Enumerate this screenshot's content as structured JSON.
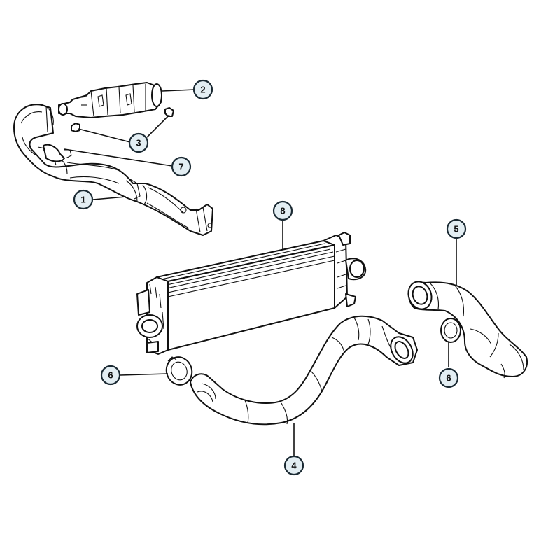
{
  "callouts": [
    {
      "id": "c1",
      "label": "1",
      "part": "turbo-inlet-duct"
    },
    {
      "id": "c2",
      "label": "2",
      "part": "charge-air-resonator"
    },
    {
      "id": "c3",
      "label": "3",
      "part": "nut"
    },
    {
      "id": "c7",
      "label": "7",
      "part": "clamp"
    },
    {
      "id": "c8",
      "label": "8",
      "part": "charge-air-cooler"
    },
    {
      "id": "c5",
      "label": "5",
      "part": "cooler-outlet-hose"
    },
    {
      "id": "c6a",
      "label": "6",
      "part": "hose-clamp-left"
    },
    {
      "id": "c6b",
      "label": "6",
      "part": "hose-clamp-right"
    },
    {
      "id": "c4",
      "label": "4",
      "part": "cooler-inlet-hose"
    }
  ],
  "colors": {
    "line": "#111111",
    "callout_fill": "#e3eef3",
    "callout_ring": "#1b2a33",
    "background": "#ffffff"
  }
}
